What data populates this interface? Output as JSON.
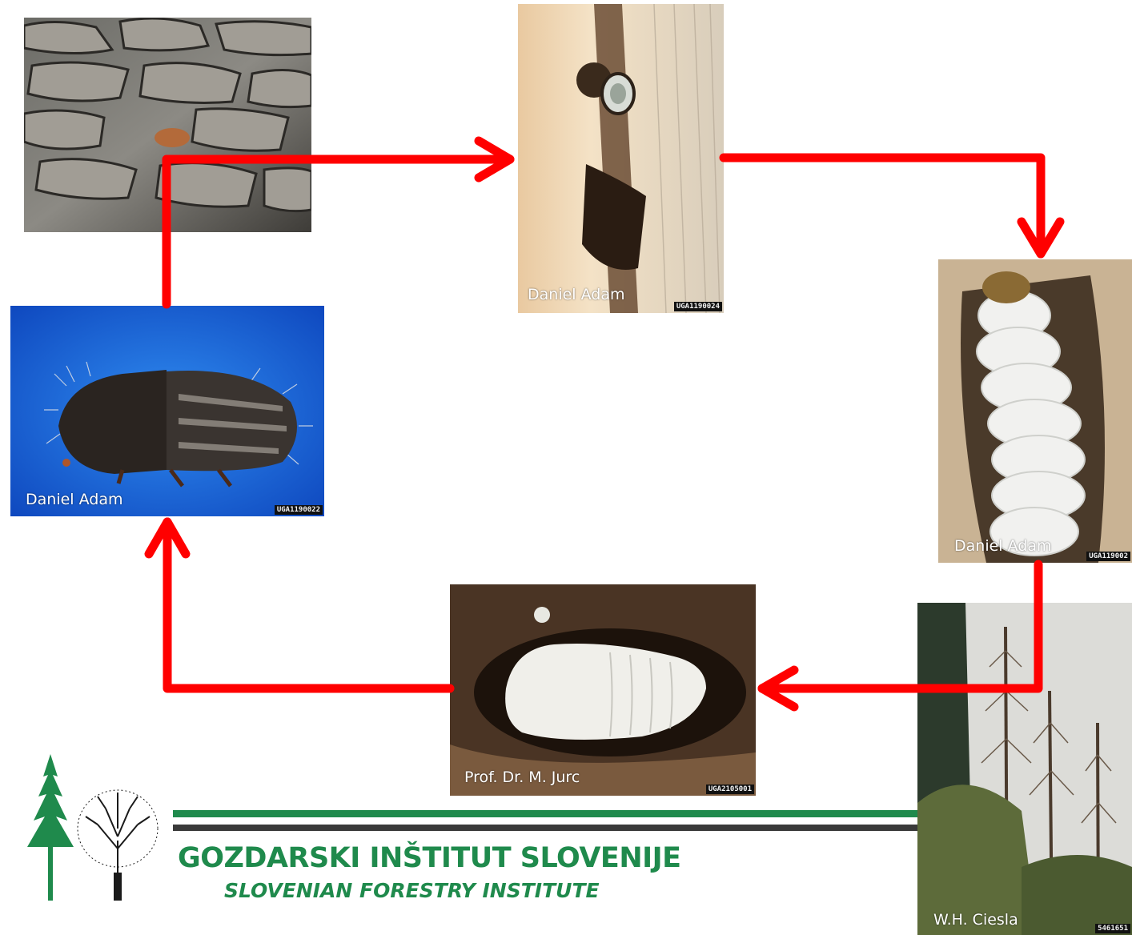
{
  "stages": [
    {
      "id": "bark",
      "credit": "",
      "code": ""
    },
    {
      "id": "egg",
      "credit": "Daniel Adam",
      "code": "UGA1190024"
    },
    {
      "id": "larva",
      "credit": "Daniel Adam",
      "code": "UGA119002"
    },
    {
      "id": "trees",
      "credit": "W.H. Ciesla",
      "code": "5461651"
    },
    {
      "id": "pupa",
      "credit": "Prof. Dr. M. Jurc",
      "code": "UGA2105001"
    },
    {
      "id": "adult",
      "credit": "Daniel Adam",
      "code": "UGA1190022"
    }
  ],
  "logo": {
    "name_sl": "GOZDARSKI INŠTITUT SLOVENIJE",
    "name_en": "SLOVENIAN FORESTRY INSTITUTE"
  },
  "colors": {
    "arrow": "#ff0000",
    "logo_green": "#1f8a4c",
    "logo_dark": "#3a3a3a"
  }
}
